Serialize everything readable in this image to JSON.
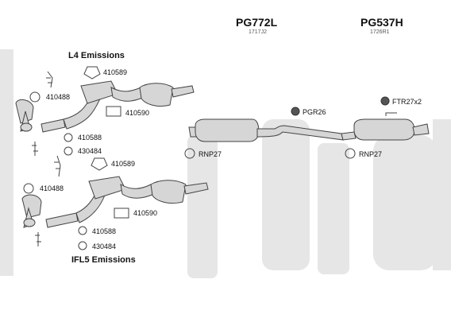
{
  "headers": [
    {
      "code": "PG772L",
      "ref": "1717J2"
    },
    {
      "code": "PG537H",
      "ref": "1726R1"
    }
  ],
  "sections": {
    "top": "L4 Emissions",
    "bottom": "IFL5 Emissions"
  },
  "parts": {
    "top_410589": "410589",
    "top_410488": "410488",
    "top_410590": "410590",
    "top_410588": "410588",
    "top_430484": "430484",
    "bot_410589": "410589",
    "bot_410488": "410488",
    "bot_410590": "410590",
    "bot_410588": "410588",
    "bot_430484": "430484",
    "pgr": "PGR26",
    "ftr": "FTR27x2",
    "rnp_left": "RNP27",
    "rnp_right": "RNP27"
  },
  "colors": {
    "watermark": "#e6e6e6",
    "pipe_fill": "#d6d6d6",
    "pipe_stroke": "#444444",
    "clamp_fill": "#555555"
  }
}
